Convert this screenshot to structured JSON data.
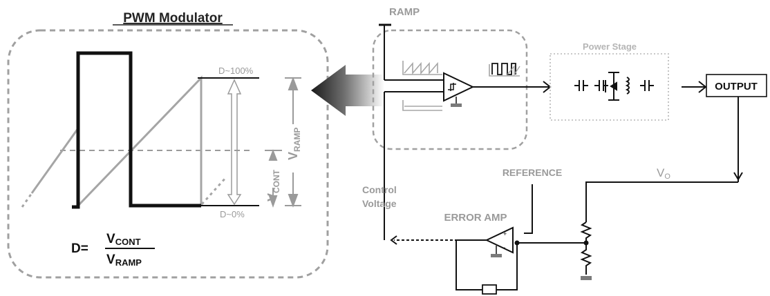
{
  "modulator": {
    "title": "PWM Modulator",
    "d_max": "D~100%",
    "d_min": "D~0%",
    "vramp_label": "V",
    "vramp_sub": "RAMP",
    "vcont_label": "V",
    "vcont_sub": "CONT",
    "formula": {
      "lhs": "D=",
      "num_main": "V",
      "num_sub": "CONT",
      "den_main": "V",
      "den_sub": "RAMP"
    }
  },
  "circuit": {
    "ramp_label": "RAMP",
    "power_stage_label": "Power Stage",
    "output_label": "OUTPUT",
    "reference_label": "REFERENCE",
    "vo_main": "V",
    "vo_sub": "O",
    "control_voltage_line1": "Control",
    "control_voltage_line2": "Voltage",
    "error_amp_label": "ERROR AMP"
  },
  "colors": {
    "ink": "#222222",
    "gray": "#9a9a9a",
    "light_gray": "#b5b5b5",
    "ground": "#7a7a7a"
  }
}
